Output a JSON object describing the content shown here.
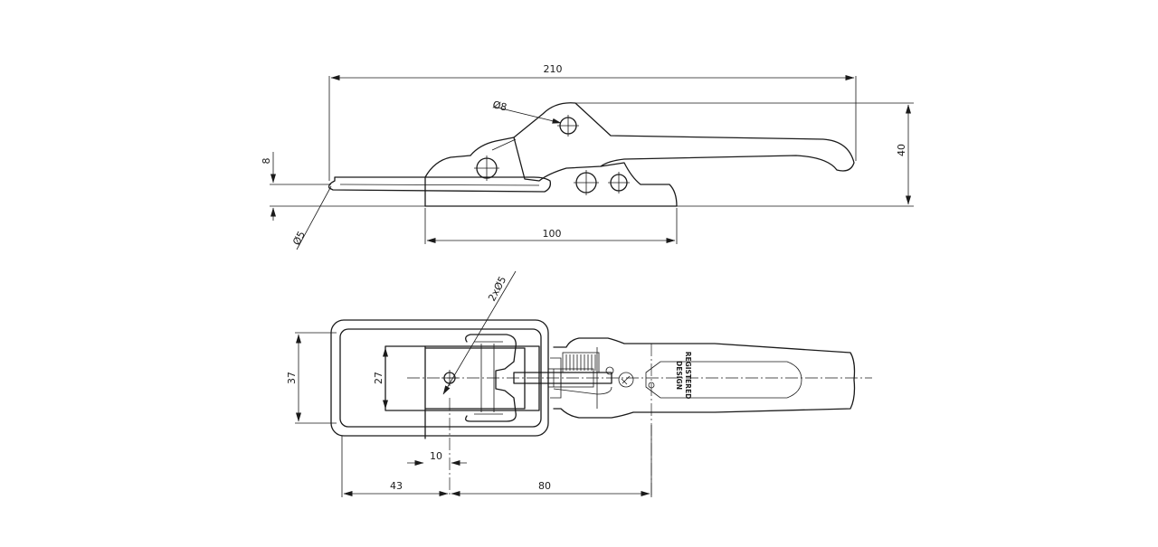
{
  "dimensions": {
    "overall_length": "210",
    "pivot_hole": "Ø8",
    "height": "40",
    "hook_thickness": "8",
    "hook_tip": "Ø5",
    "base_length": "100",
    "mount_holes": "2xØ5",
    "strike_width": "37",
    "strike_opening": "27",
    "hole_offset": "10",
    "strike_to_hole": "43",
    "hole_to_pivot": "80"
  },
  "brand_mark": [
    "DESIGN",
    "REGISTERED"
  ],
  "colors": {
    "line": "#1a1a1a",
    "background": "#ffffff"
  }
}
